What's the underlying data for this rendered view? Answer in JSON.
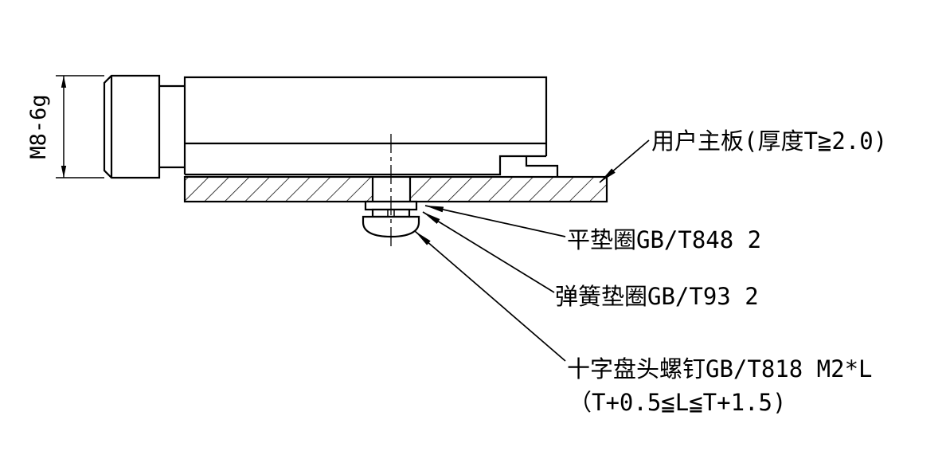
{
  "drawing": {
    "colors": {
      "line": "#000000",
      "background": "#ffffff"
    },
    "dimension": {
      "label": "M8-6g"
    },
    "callouts": {
      "board": "用户主板(厚度T≧2.0)",
      "flat_washer": "平垫圈GB/T848 2",
      "spring_washer": "弹簧垫圈GB/T93 2",
      "screw": "十字盘头螺钉GB/T818 M2*L",
      "screw_length": "（T+0.5≦L≦T+1.5)"
    }
  }
}
